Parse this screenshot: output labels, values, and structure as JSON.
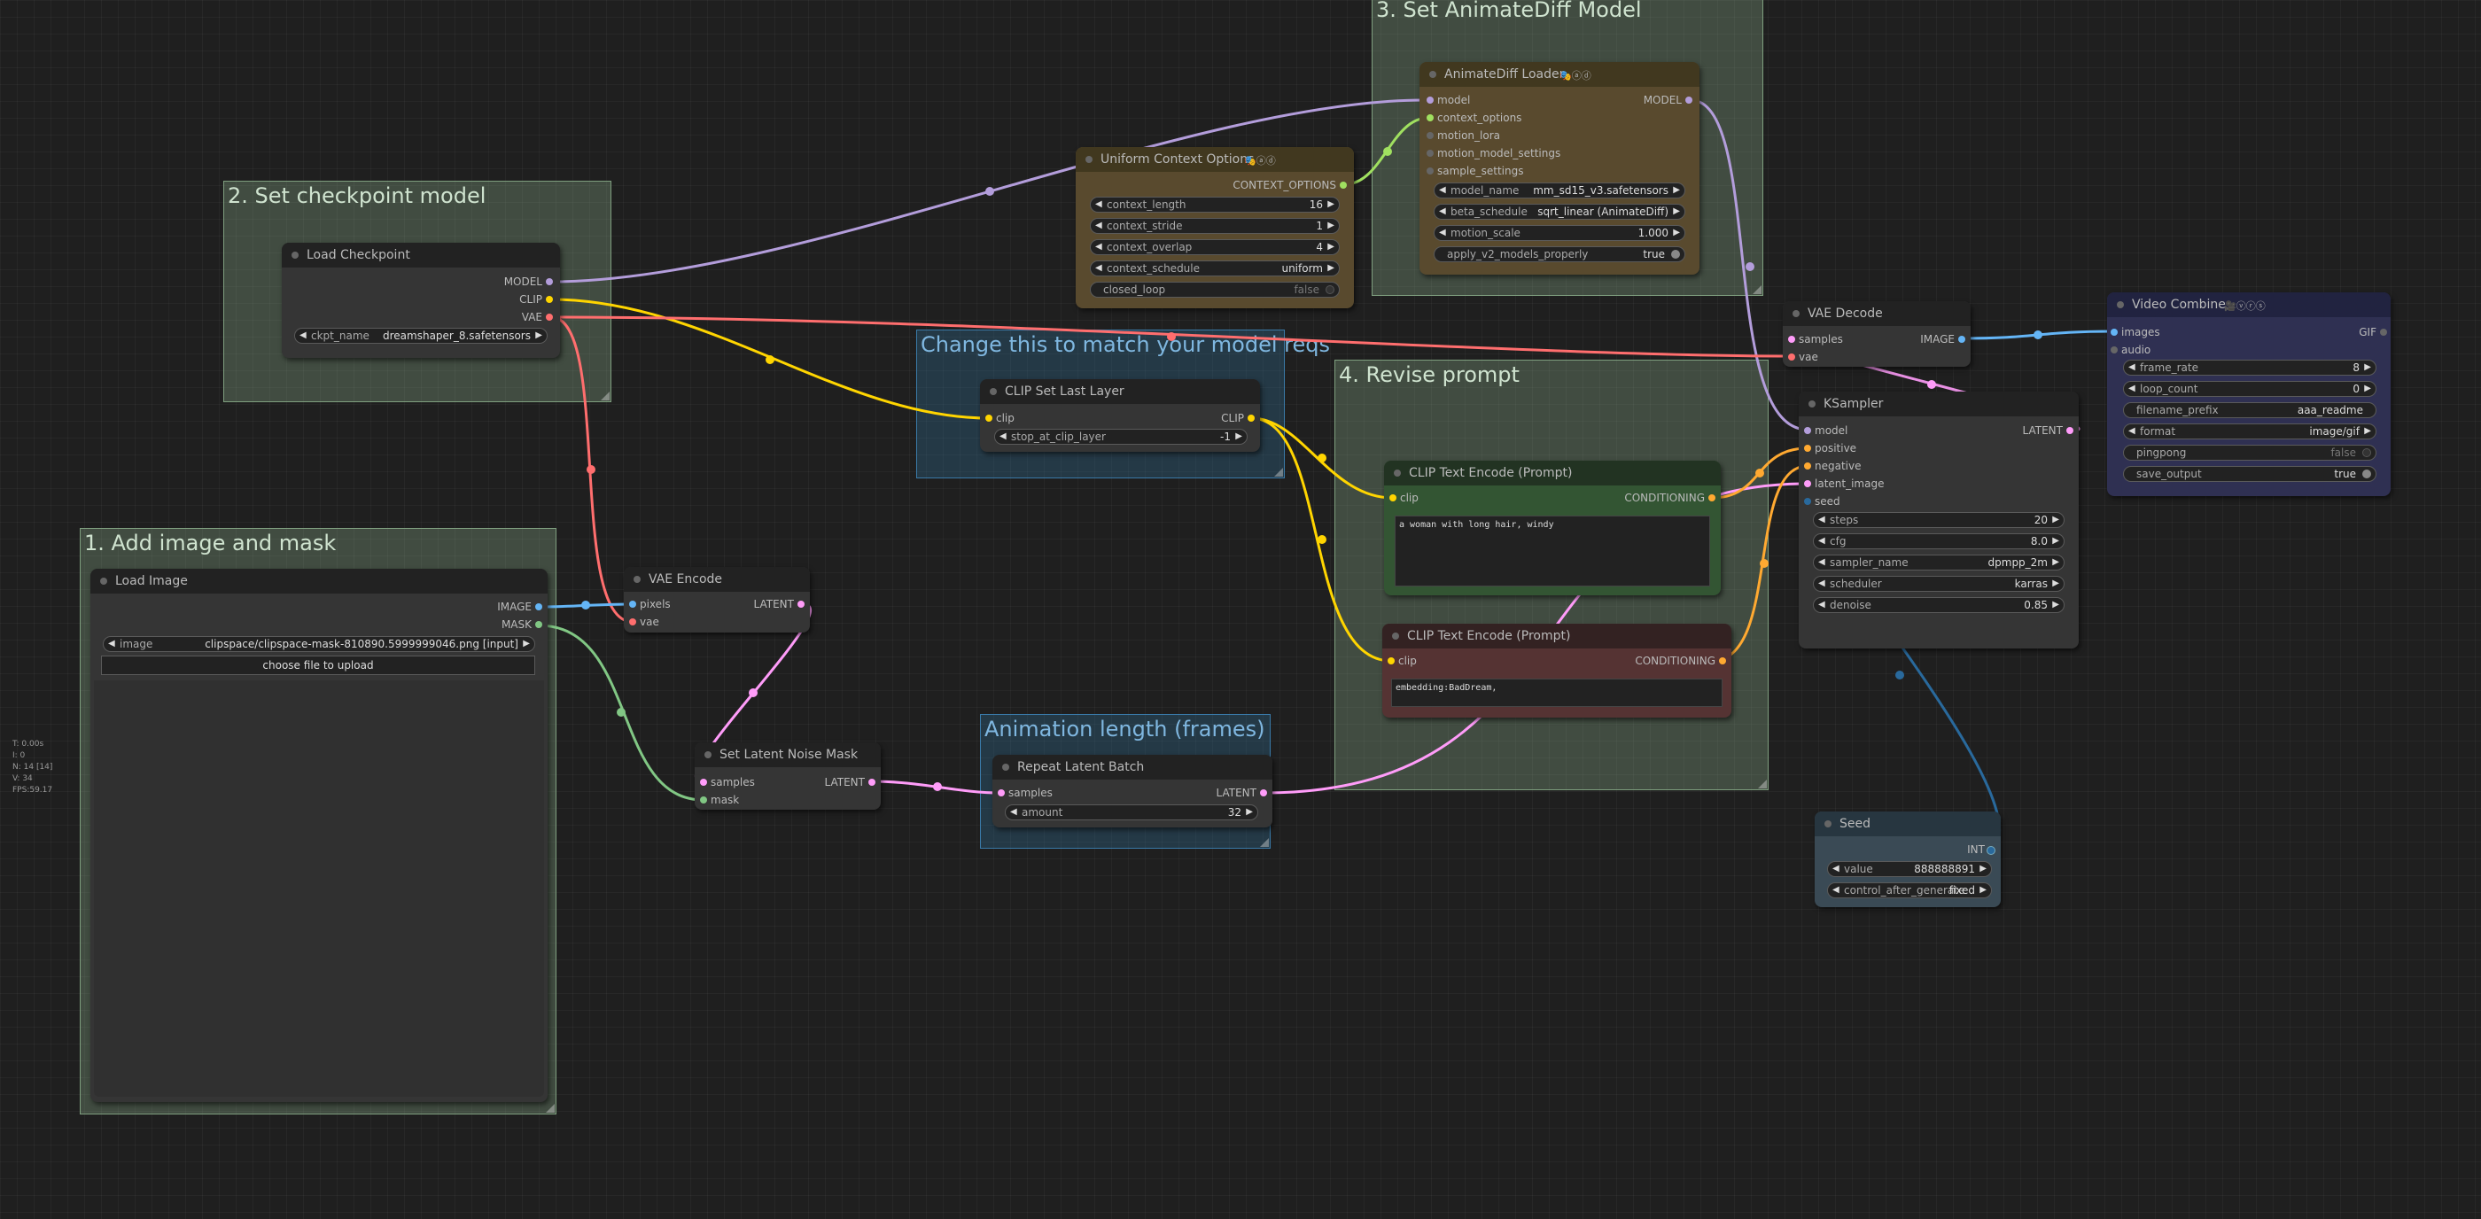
{
  "groups": {
    "set_animatediff_model": "3. Set AnimateDiff Model",
    "set_checkpoint_model": "2. Set checkpoint model",
    "change_to_match": "Change this to match your model reqs",
    "revise_prompt": "4. Revise prompt",
    "add_image_and_mask": "1. Add image and mask",
    "animation_length": "Animation length (frames)"
  },
  "nodes": {
    "animatediff_loader": {
      "title": "AnimateDiff Loader",
      "badge": "🎭ⓐⓓ",
      "inputs": [
        "model",
        "context_options",
        "motion_lora",
        "motion_model_settings",
        "sample_settings"
      ],
      "output": "MODEL",
      "model_name": {
        "label": "model_name",
        "value": "mm_sd15_v3.safetensors"
      },
      "beta_schedule": {
        "label": "beta_schedule",
        "value": "sqrt_linear (AnimateDiff)"
      },
      "motion_scale": {
        "label": "motion_scale",
        "value": "1.000"
      },
      "apply_v2": {
        "label": "apply_v2_models_properly",
        "value": "true"
      }
    },
    "uniform_context": {
      "title": "Uniform Context Options",
      "badge": "🎭ⓐⓓ",
      "output": "CONTEXT_OPTIONS",
      "context_length": {
        "label": "context_length",
        "value": "16"
      },
      "context_stride": {
        "label": "context_stride",
        "value": "1"
      },
      "context_overlap": {
        "label": "context_overlap",
        "value": "4"
      },
      "context_schedule": {
        "label": "context_schedule",
        "value": "uniform"
      },
      "closed_loop": {
        "label": "closed_loop",
        "value": "false"
      }
    },
    "load_checkpoint": {
      "title": "Load Checkpoint",
      "outputs": [
        "MODEL",
        "CLIP",
        "VAE"
      ],
      "ckpt_name": {
        "label": "ckpt_name",
        "value": "dreamshaper_8.safetensors"
      }
    },
    "clip_set_last_layer": {
      "title": "CLIP Set Last Layer",
      "input": "clip",
      "output": "CLIP",
      "stop_at_clip_layer": {
        "label": "stop_at_clip_layer",
        "value": "-1"
      }
    },
    "vae_decode": {
      "title": "VAE Decode",
      "inputs": [
        "samples",
        "vae"
      ],
      "output": "IMAGE"
    },
    "video_combine": {
      "title": "Video Combine",
      "badge": "🎥ⓥⓡⓢ",
      "inputs": [
        "images",
        "audio"
      ],
      "output": "GIF",
      "frame_rate": {
        "label": "frame_rate",
        "value": "8"
      },
      "loop_count": {
        "label": "loop_count",
        "value": "0"
      },
      "filename_prefix": {
        "label": "filename_prefix",
        "value": "aaa_readme"
      },
      "format": {
        "label": "format",
        "value": "image/gif"
      },
      "pingpong": {
        "label": "pingpong",
        "value": "false"
      },
      "save_output": {
        "label": "save_output",
        "value": "true"
      }
    },
    "ksampler": {
      "title": "KSampler",
      "inputs": [
        "model",
        "positive",
        "negative",
        "latent_image",
        "seed"
      ],
      "output": "LATENT",
      "steps": {
        "label": "steps",
        "value": "20"
      },
      "cfg": {
        "label": "cfg",
        "value": "8.0"
      },
      "sampler_name": {
        "label": "sampler_name",
        "value": "dpmpp_2m"
      },
      "scheduler": {
        "label": "scheduler",
        "value": "karras"
      },
      "denoise": {
        "label": "denoise",
        "value": "0.85"
      }
    },
    "clip_text_pos": {
      "title": "CLIP Text Encode (Prompt)",
      "input": "clip",
      "output": "CONDITIONING",
      "text": "a woman with long hair, windy"
    },
    "clip_text_neg": {
      "title": "CLIP Text Encode (Prompt)",
      "input": "clip",
      "output": "CONDITIONING",
      "text": "embedding:BadDream,"
    },
    "load_image": {
      "title": "Load Image",
      "outputs": [
        "IMAGE",
        "MASK"
      ],
      "image": {
        "label": "image",
        "value": "clipspace/clipspace-mask-810890.5999999046.png [input]"
      },
      "upload_button": "choose file to upload"
    },
    "vae_encode": {
      "title": "VAE Encode",
      "inputs": [
        "pixels",
        "vae"
      ],
      "output": "LATENT"
    },
    "set_latent_noise_mask": {
      "title": "Set Latent Noise Mask",
      "inputs": [
        "samples",
        "mask"
      ],
      "output": "LATENT"
    },
    "repeat_latent_batch": {
      "title": "Repeat Latent Batch",
      "input": "samples",
      "output": "LATENT",
      "amount": {
        "label": "amount",
        "value": "32"
      }
    },
    "seed": {
      "title": "Seed",
      "output": "INT",
      "value": {
        "label": "value",
        "value": "888888891"
      },
      "control_after_generate": {
        "label": "control_after_generate",
        "value": "fixed"
      }
    }
  },
  "stats": [
    "T: 0.00s",
    "I: 0",
    "N: 14 [14]",
    "V: 34",
    "FPS:59.17"
  ],
  "colors": {
    "model": "#b39ddb",
    "clip": "#ffd500",
    "vae": "#ff6e6e",
    "latent": "#ff9cf9",
    "image": "#64b5f6",
    "mask": "#81c784",
    "conditioning": "#ffa931",
    "int": "#29699c",
    "context": "#a0e060"
  }
}
